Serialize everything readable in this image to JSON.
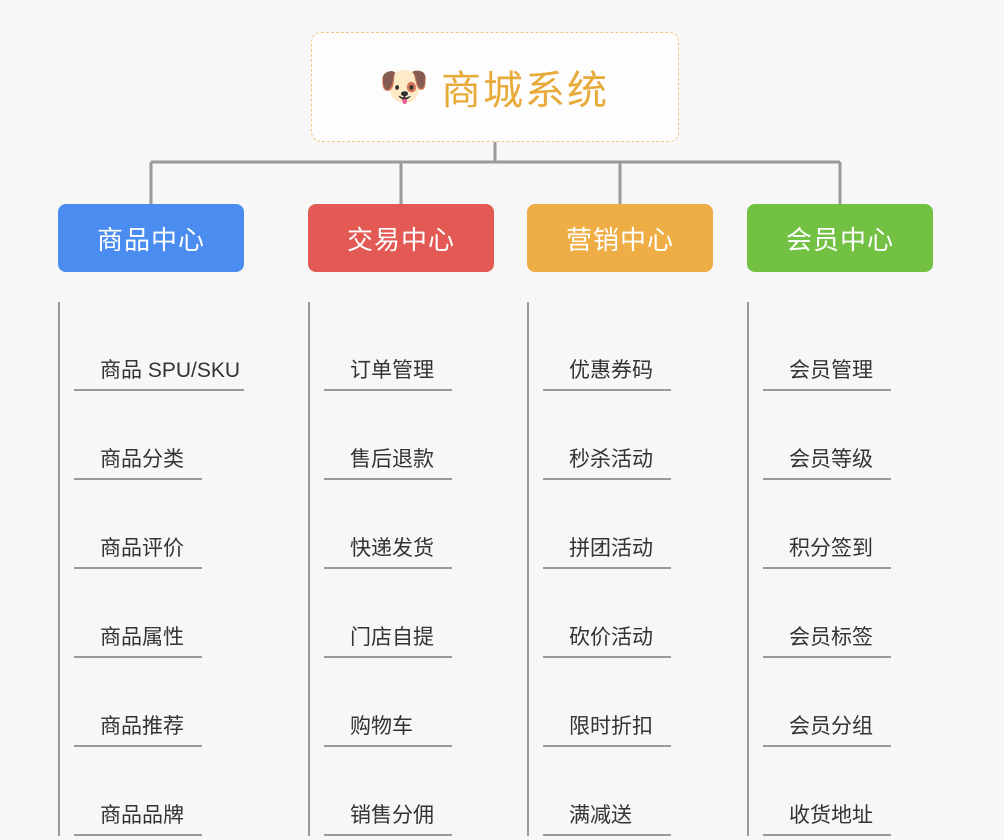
{
  "diagram": {
    "type": "mindmap-tree",
    "background_color": "#f7f7f7",
    "root": {
      "icon": "shiba-dog-face-icon",
      "icon_glyph": "🐶",
      "title": "商城系统",
      "title_color": "#e8ab3a",
      "border_color": "#eec882"
    },
    "connector_color": "#9a9a9a",
    "branches": [
      {
        "label": "商品中心",
        "color": "#4a8cf0",
        "color_name": "blue",
        "items": [
          "商品 SPU/SKU",
          "商品分类",
          "商品评价",
          "商品属性",
          "商品推荐",
          "商品品牌"
        ]
      },
      {
        "label": "交易中心",
        "color": "#e35a55",
        "color_name": "red",
        "items": [
          "订单管理",
          "售后退款",
          "快递发货",
          "门店自提",
          "购物车",
          "销售分佣"
        ]
      },
      {
        "label": "营销中心",
        "color": "#eead45",
        "color_name": "orange",
        "items": [
          "优惠券码",
          "秒杀活动",
          "拼团活动",
          "砍价活动",
          "限时折扣",
          "满减送"
        ]
      },
      {
        "label": "会员中心",
        "color": "#73c143",
        "color_name": "green",
        "items": [
          "会员管理",
          "会员等级",
          "积分签到",
          "会员标签",
          "会员分组",
          "收货地址"
        ]
      }
    ]
  }
}
